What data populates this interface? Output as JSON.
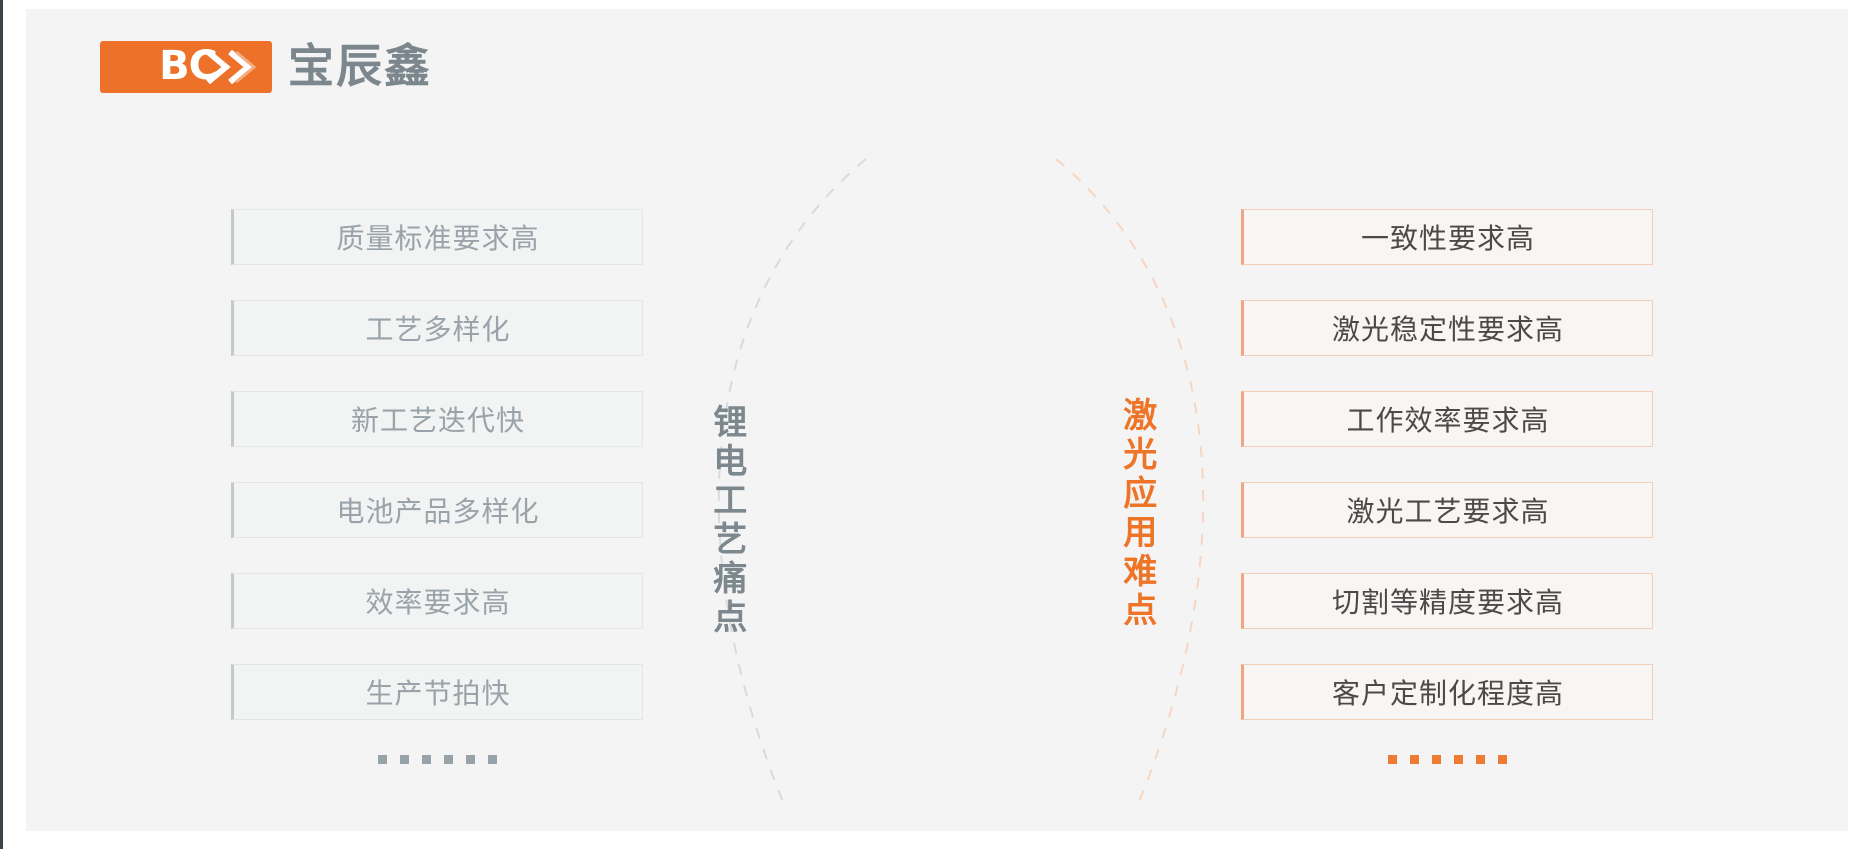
{
  "brand": {
    "logo_mark_text": "BC",
    "logo_mark_icon": "double-chevron-icon",
    "logo_chinese_name": "宝辰鑫",
    "accent_color": "#ed7128",
    "muted_color": "#7c868d"
  },
  "left_column": {
    "vertical_label": "锂电工艺痛点",
    "label_color": "#7d878e",
    "items": [
      {
        "label": "质量标准要求高"
      },
      {
        "label": "工艺多样化"
      },
      {
        "label": "新工艺迭代快"
      },
      {
        "label": "电池产品多样化"
      },
      {
        "label": "效率要求高"
      },
      {
        "label": "生产节拍快"
      }
    ],
    "ellipsis_dots": 6,
    "dots_color": "#98a2a9",
    "item_text_color": "#9aa3a9",
    "item_border_color": "#e3e5e6",
    "item_accent_color": "#c3c8cb"
  },
  "right_column": {
    "vertical_label": "激光应用难点",
    "label_color": "#ee7427",
    "items": [
      {
        "label": "一致性要求高"
      },
      {
        "label": "激光稳定性要求高"
      },
      {
        "label": "工作效率要求高"
      },
      {
        "label": "激光工艺要求高"
      },
      {
        "label": "切割等精度要求高"
      },
      {
        "label": "客户定制化程度高"
      }
    ],
    "ellipsis_dots": 6,
    "dots_color": "#ee7b32",
    "item_text_color": "#4c4a49",
    "item_border_color": "#f3cdb8",
    "item_accent_color": "#efa782"
  },
  "decor": {
    "left_arc_color": "#d8dadb",
    "right_arc_color": "#f6d6c1",
    "background_color": "#f4f4f4",
    "page_color": "#ffffff"
  }
}
